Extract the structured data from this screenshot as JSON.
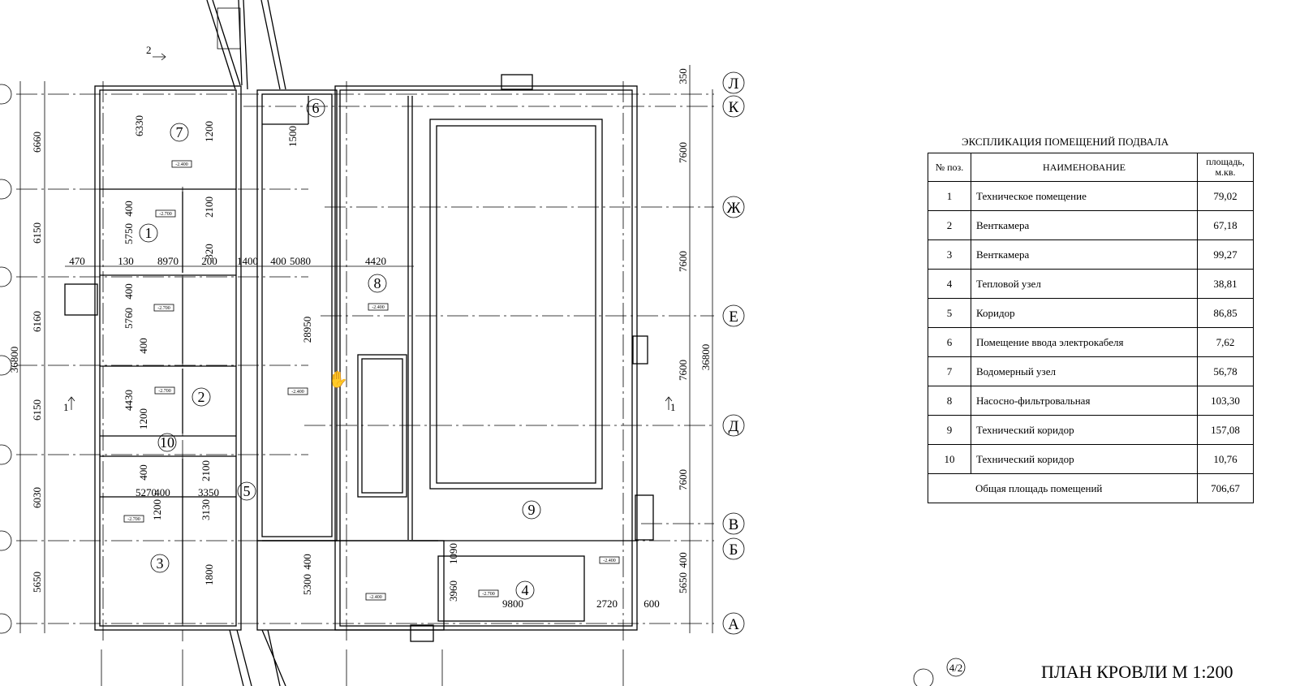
{
  "plan": {
    "axes_right": [
      "Л",
      "К",
      "Ж",
      "Е",
      "Д",
      "В",
      "Б",
      "А"
    ],
    "top_dims": [
      "470",
      "130",
      "8970",
      "200",
      "1400",
      "400",
      "5080",
      "4420"
    ],
    "left_dims": [
      "6660",
      "6150",
      "6160",
      "6150",
      "6030",
      "5650"
    ],
    "left_total": "36800",
    "right_dims": [
      "350",
      "7600",
      "7600",
      "7600",
      "7600",
      "5650",
      "400"
    ],
    "right_total": "36800",
    "inner_dims": [
      "6330",
      "1200",
      "5750",
      "400",
      "2100",
      "320",
      "5760",
      "400",
      "400",
      "4430",
      "1200",
      "400",
      "2100",
      "5270",
      "400",
      "3350",
      "1200",
      "3130",
      "1500",
      "28950",
      "5300",
      "400",
      "1090",
      "3960",
      "9800",
      "2720",
      "600",
      "1800"
    ],
    "rooms": [
      "1",
      "2",
      "3",
      "4",
      "5",
      "6",
      "7",
      "8",
      "9",
      "10"
    ],
    "elevations": [
      "-2.400",
      "-2.700"
    ],
    "section_marks": [
      "1",
      "1",
      "2"
    ],
    "stair_label": "4/2"
  },
  "explication": {
    "title": "ЭКСПЛИКАЦИЯ ПОМЕЩЕНИЙ ПОДВАЛА",
    "headers": {
      "pos": "№ поз.",
      "name": "НАИМЕНОВАНИЕ",
      "area": "площадь, м.кв."
    },
    "rows": [
      {
        "pos": "1",
        "name": "Техническое помещение",
        "area": "79,02"
      },
      {
        "pos": "2",
        "name": "Венткамера",
        "area": "67,18"
      },
      {
        "pos": "3",
        "name": "Венткамера",
        "area": "99,27"
      },
      {
        "pos": "4",
        "name": "Тепловой узел",
        "area": "38,81"
      },
      {
        "pos": "5",
        "name": "Коридор",
        "area": "86,85"
      },
      {
        "pos": "6",
        "name": "Помещение ввода электрокабеля",
        "area": "7,62"
      },
      {
        "pos": "7",
        "name": "Водомерный узел",
        "area": "56,78"
      },
      {
        "pos": "8",
        "name": "Насосно-фильтровальная",
        "area": "103,30"
      },
      {
        "pos": "9",
        "name": "Технический коридор",
        "area": "157,08"
      },
      {
        "pos": "10",
        "name": "Технический коридор",
        "area": "10,76"
      }
    ],
    "total_label": "Общая площадь помещений",
    "total_area": "706,67"
  },
  "roof_title": "ПЛАН КРОВЛИ М 1:200"
}
